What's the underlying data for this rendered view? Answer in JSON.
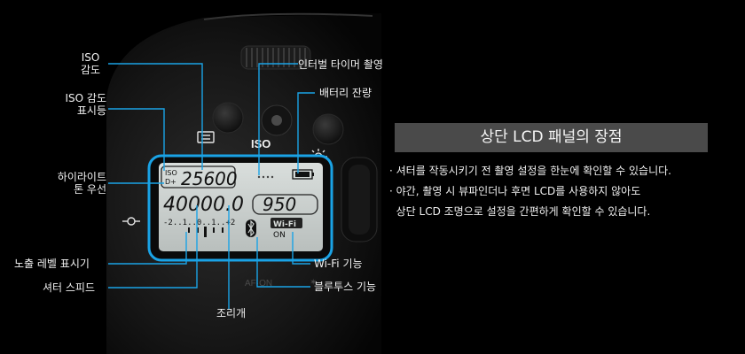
{
  "callouts": {
    "iso": "ISO\n감도",
    "iso_indicator": "ISO 감도\n표시등",
    "highlight_tone": "하이라이트\n톤 우선",
    "exposure_level": "노출 레벨 표시기",
    "shutter_speed": "셔터 스피드",
    "aperture": "조리개",
    "interval_timer": "인터벌 타이머 촬영",
    "battery": "배터리 잔량",
    "wifi": "Wi-Fi 기능",
    "bluetooth": "블루투스 기능"
  },
  "camera": {
    "iso_button_label": "ISO",
    "lcd": {
      "iso_tag": "ISO",
      "d_plus": "D+",
      "iso_value": "25600",
      "shutter": "4000",
      "aperture": "0.0",
      "shots": "950",
      "scale": "-2..1..0..1..+2",
      "wifi_label": "Wi-Fi",
      "wifi_state": "ON"
    },
    "bottom_mark": "AF·ON"
  },
  "panel": {
    "title": "상단 LCD 패널의 장점",
    "lines": [
      "· 셔터를 작동시키기 전 촬영 설정을 한눈에 확인할 수 있습니다.",
      "· 야간, 촬영 시 뷰파인더나 후면 LCD를 사용하지 않아도",
      "  상단 LCD 조명으로 설정을 간편하게 확인할 수 있습니다."
    ]
  },
  "colors": {
    "accent": "#1aa3e6",
    "lcd": "#cfd4d2",
    "panel_title_bg": "#4a4a4a"
  }
}
